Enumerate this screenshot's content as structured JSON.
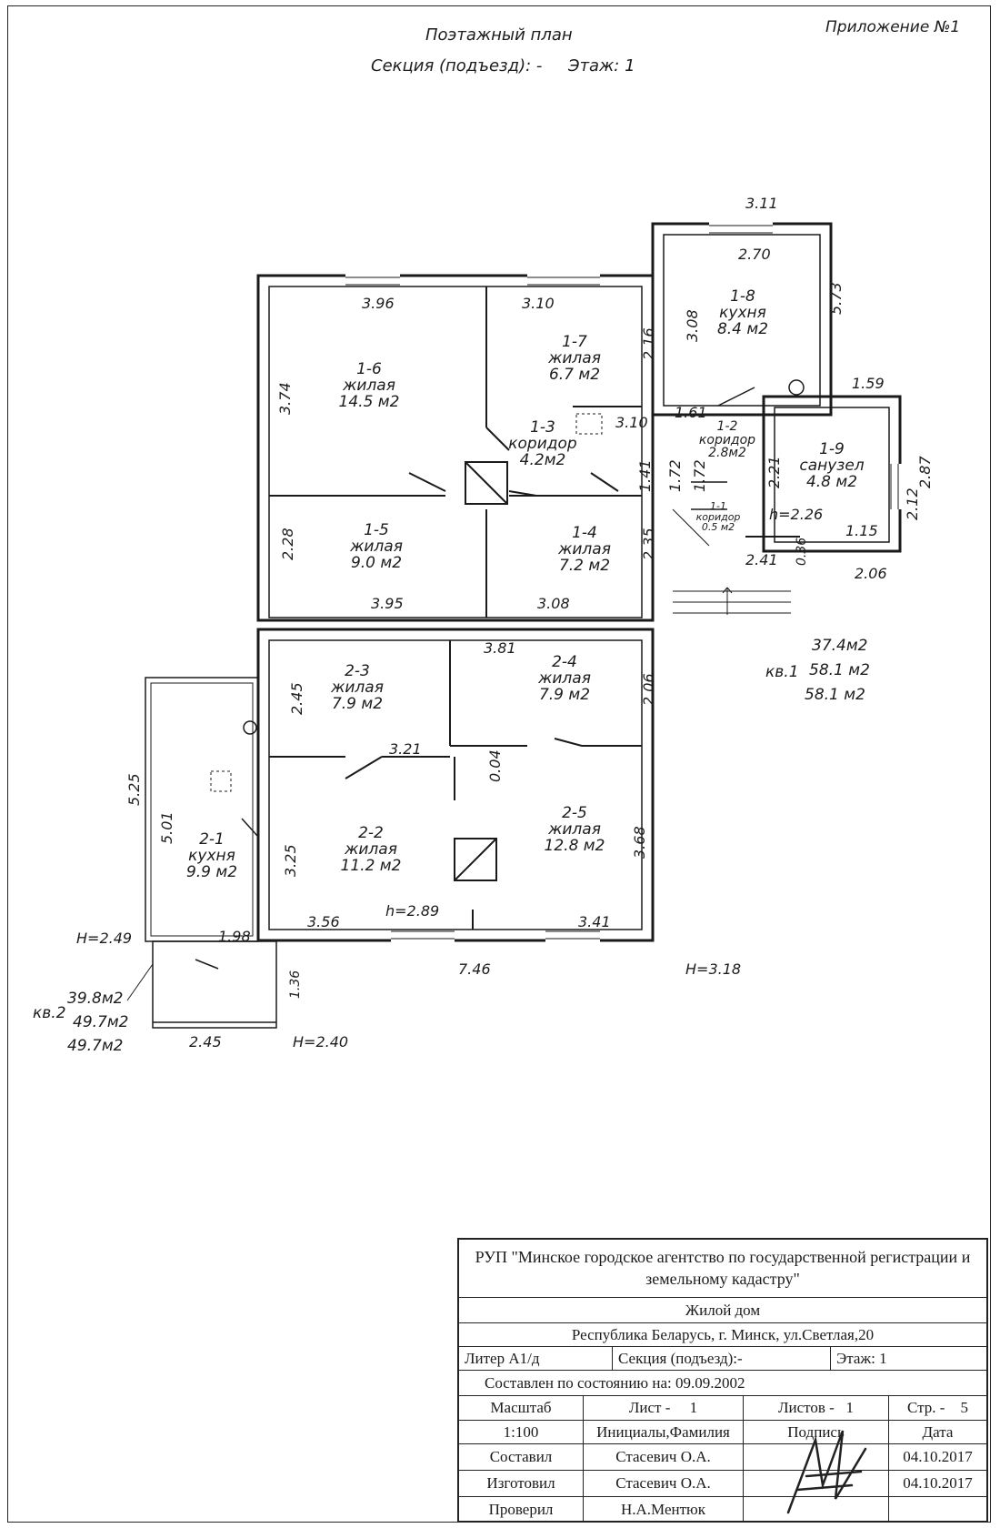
{
  "header": {
    "appendix": "Приложение №1",
    "title": "Поэтажный план",
    "section_label": "Секция (подъезд): -",
    "floor_label": "Этаж: 1"
  },
  "rooms": {
    "r1_6": {
      "id": "1-6",
      "type": "жилая",
      "area": "14.5 м2"
    },
    "r1_7": {
      "id": "1-7",
      "type": "жилая",
      "area": "6.7 м2"
    },
    "r1_8": {
      "id": "1-8",
      "type": "кухня",
      "area": "8.4 м2"
    },
    "r1_3": {
      "id": "1-3",
      "type": "коридор",
      "area": "4.2м2"
    },
    "r1_2": {
      "id": "1-2",
      "type": "коридор",
      "area": "2.8м2"
    },
    "r1_9": {
      "id": "1-9",
      "type": "санузел",
      "area": "4.8 м2"
    },
    "r1_1": {
      "id": "1-1",
      "type": "коридор",
      "area": "0.5 м2"
    },
    "r1_5": {
      "id": "1-5",
      "type": "жилая",
      "area": "9.0 м2"
    },
    "r1_4": {
      "id": "1-4",
      "type": "жилая",
      "area": "7.2 м2"
    },
    "r2_3": {
      "id": "2-3",
      "type": "жилая",
      "area": "7.9 м2"
    },
    "r2_4": {
      "id": "2-4",
      "type": "жилая",
      "area": "7.9 м2"
    },
    "r2_1": {
      "id": "2-1",
      "type": "кухня",
      "area": "9.9 м2"
    },
    "r2_2": {
      "id": "2-2",
      "type": "жилая",
      "area": "11.2 м2"
    },
    "r2_5": {
      "id": "2-5",
      "type": "жилая",
      "area": "12.8 м2"
    }
  },
  "dimensions": {
    "d311": "3.11",
    "d270": "2.70",
    "d573": "5.73",
    "d308a": "3.08",
    "d396": "3.96",
    "d310a": "3.10",
    "d216": "2.16",
    "d374": "3.74",
    "d310b": "3.10",
    "d161": "1.61",
    "d159": "1.59",
    "d287": "2.87",
    "d141": "1.41",
    "d172a": "1.72",
    "d172b": "1.72",
    "d221": "2.21",
    "d212": "2.12",
    "d226": "h=2.26",
    "d115": "1.15",
    "d241": "2.41",
    "d036": "0.36",
    "d206a": "2.06",
    "d228": "2.28",
    "d235": "2.35",
    "d395": "3.95",
    "d308b": "3.08",
    "d381": "3.81",
    "d245a": "2.45",
    "d206b": "2.06",
    "d321": "3.21",
    "d004": "0.04",
    "d525": "5.25",
    "d501": "5.01",
    "d325": "3.25",
    "d368": "3.68",
    "d289": "h=2.89",
    "d356": "3.56",
    "d341": "3.41",
    "dH249": "H=2.49",
    "d198": "1.98",
    "d746": "7.46",
    "dH318": "H=3.18",
    "d136": "1.36",
    "d245b": "2.45",
    "dH240": "H=2.40"
  },
  "apartments": {
    "kv1": {
      "label": "кв.1",
      "a1": "37.4м2",
      "a2": "58.1 м2",
      "a3": "58.1 м2"
    },
    "kv2": {
      "label": "кв.2",
      "a1": "39.8м2",
      "a2": "49.7м2",
      "a3": "49.7м2"
    }
  },
  "stamp": {
    "org": "РУП \"Минское городское агентство по государственной регистрации и земельному кадастру\"",
    "object": "Жилой дом",
    "address": "Республика Беларусь, г. Минск, ул.Светлая,20",
    "liter": "Литер А1/д",
    "section": "Секция (подъезд):-",
    "floor": "Этаж: 1",
    "state_date": "Составлен по состоянию на: 09.09.2002",
    "scale_label": "Масштаб",
    "sheet_label": "Лист -",
    "sheet_value": "1",
    "sheets_label": "Листов -",
    "sheets_value": "1",
    "page_label": "Стр. -",
    "page_value": "5",
    "scale_value": "1:100",
    "col_name": "Инициалы,Фамилия",
    "col_sign": "Подпись",
    "col_date": "Дата",
    "rows": [
      {
        "role": "Составил",
        "name": "Стасевич О.А.",
        "date": "04.10.2017"
      },
      {
        "role": "Изготовил",
        "name": "Стасевич О.А.",
        "date": "04.10.2017"
      },
      {
        "role": "Проверил",
        "name": "Н.А.Ментюк",
        "date": ""
      }
    ]
  }
}
